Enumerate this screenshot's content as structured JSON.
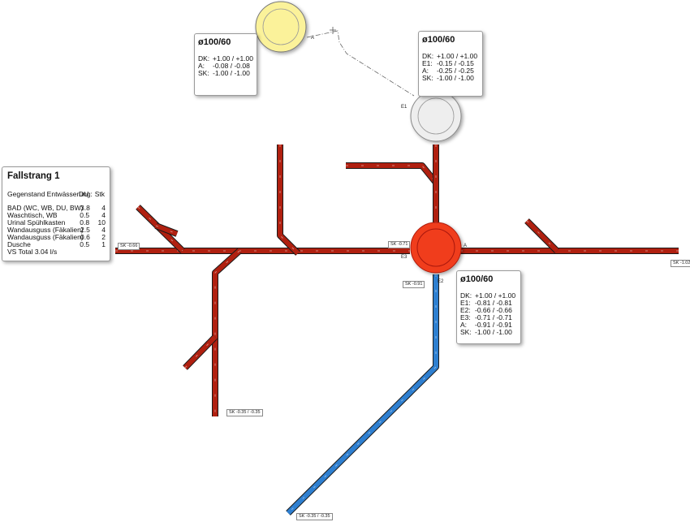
{
  "legend": {
    "title": "Fallstrang 1",
    "header": {
      "name": "Gegenstand Entwässerung:",
      "du": "DU",
      "stk": "Stk"
    },
    "rows": [
      {
        "name": "BAD (WC, WB, DU, BW)",
        "du": "3.8",
        "stk": "4"
      },
      {
        "name": "Waschtisch, WB",
        "du": "0.5",
        "stk": "4"
      },
      {
        "name": "Urinal Spühlkasten",
        "du": "0.8",
        "stk": "10"
      },
      {
        "name": "Wandausguss (Fäkalien)",
        "du": "2.5",
        "stk": "4"
      },
      {
        "name": "Wandausguss (Fäkalien)",
        "du": "0.6",
        "stk": "2"
      },
      {
        "name": "Dusche",
        "du": "0.5",
        "stk": "1"
      }
    ],
    "total": "VS Total  3.04  l/s"
  },
  "box_top_left": {
    "title": "ø100/60",
    "rows": [
      {
        "k": "DK:",
        "v": "+1.00 / +1.00"
      },
      {
        "k": "A:",
        "v": "-0.08 / -0.08"
      },
      {
        "k": "SK:",
        "v": "-1.00 / -1.00"
      }
    ]
  },
  "box_top_right": {
    "title": "ø100/60",
    "rows": [
      {
        "k": "DK:",
        "v": "+1.00 / +1.00"
      },
      {
        "k": "E1:",
        "v": "-0.15 / -0.15"
      },
      {
        "k": "A:",
        "v": "-0.25 / -0.25"
      },
      {
        "k": "SK:",
        "v": "-1.00 / -1.00"
      }
    ]
  },
  "box_main": {
    "title": "ø100/60",
    "rows": [
      {
        "k": "DK:",
        "v": "+1.00 / +1.00"
      },
      {
        "k": "E1:",
        "v": "-0.81 / -0.81"
      },
      {
        "k": "E2:",
        "v": "-0.66 / -0.66"
      },
      {
        "k": "E3:",
        "v": "-0.71 / -0.71"
      },
      {
        "k": "A:",
        "v": "-0.91 / -0.91"
      },
      {
        "k": "SK:",
        "v": "-1.00 / -1.00"
      }
    ]
  },
  "sk_labels": {
    "left": "SK -0.66",
    "mid": "SK -0.71",
    "below_node": "SK -0.91",
    "right": "SK -1.02",
    "bottom_left": "SK -0.35 / -0.35",
    "bottom_blue": "SK -0.35 / -0.35"
  },
  "node_labels": {
    "a1": "A",
    "e1": "E1",
    "a2": "A",
    "e3": "E3",
    "e2": "E2"
  },
  "colors": {
    "pipe_red": "#b02010",
    "pipe_dark": "#1a1a1a",
    "pipe_blue": "#2e7fd0",
    "main_shaft": "#f03c1e",
    "yellow_shaft": "#fbf29a",
    "grey_shaft": "#eeeeee"
  }
}
